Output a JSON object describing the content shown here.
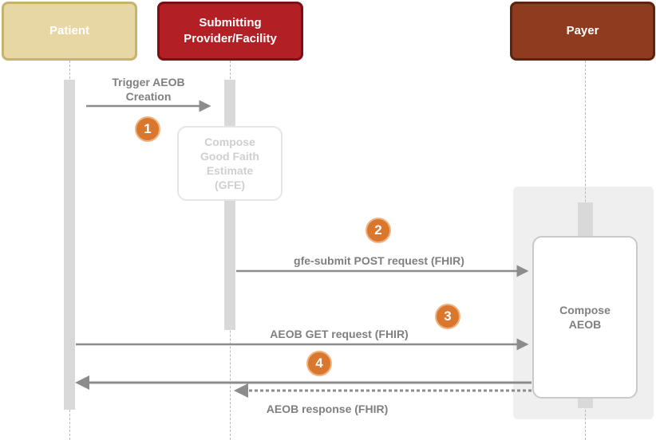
{
  "actors": {
    "patient": "Patient",
    "provider": "Submitting Provider/Facility",
    "payer": "Payer"
  },
  "steps": {
    "trigger": "Trigger AEOB Creation",
    "compose_gfe": "Compose Good Faith Estimate (GFE)",
    "gfe_submit": "gfe-submit POST request (FHIR)",
    "aeob_get": "AEOB GET request (FHIR)",
    "compose_aeob": "Compose AEOB",
    "aeob_response": "AEOB response (FHIR)"
  },
  "badges": [
    "1",
    "2",
    "3",
    "4"
  ],
  "colors": {
    "patient_fill": "#e6d7a4",
    "provider_fill": "#b21f24",
    "payer_fill": "#8e3b1f",
    "badge_fill": "#d9772e",
    "arrow": "#8c8c8c"
  }
}
